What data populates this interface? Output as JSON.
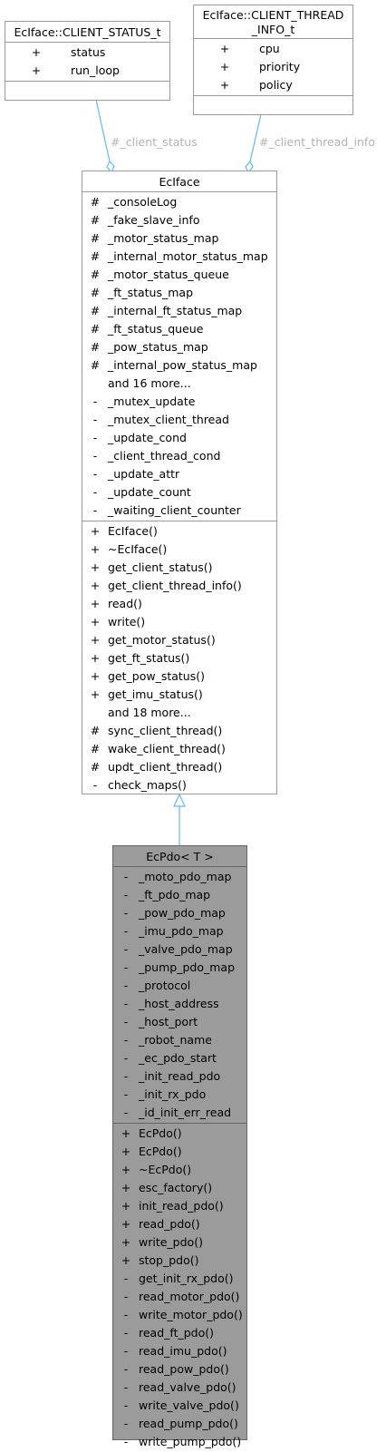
{
  "colors": {
    "edge": "#63b8ff",
    "label": "#b3b3b3",
    "highlight_fill": "#9b9b9b",
    "border": "#9b9b9b"
  },
  "client_status": {
    "title": "EcIface::CLIENT_STATUS_t",
    "attributes": [
      {
        "vis": "+",
        "name": "status"
      },
      {
        "vis": "+",
        "name": "run_loop"
      }
    ]
  },
  "client_thread": {
    "title": [
      "EcIface::CLIENT_THREAD",
      "_INFO_t"
    ],
    "attributes": [
      {
        "vis": "+",
        "name": "cpu"
      },
      {
        "vis": "+",
        "name": "priority"
      },
      {
        "vis": "+",
        "name": "policy"
      }
    ]
  },
  "edges": {
    "client_status_label": "#_client_status",
    "client_thread_label": "#_client_thread_info"
  },
  "eciface": {
    "title": "EcIface",
    "attributes": [
      {
        "vis": "#",
        "name": "_consoleLog"
      },
      {
        "vis": "#",
        "name": "_fake_slave_info"
      },
      {
        "vis": "#",
        "name": "_motor_status_map"
      },
      {
        "vis": "#",
        "name": "_internal_motor_status_map"
      },
      {
        "vis": "#",
        "name": "_motor_status_queue"
      },
      {
        "vis": "#",
        "name": "_ft_status_map"
      },
      {
        "vis": "#",
        "name": "_internal_ft_status_map"
      },
      {
        "vis": "#",
        "name": "_ft_status_queue"
      },
      {
        "vis": "#",
        "name": "_pow_status_map"
      },
      {
        "vis": "#",
        "name": "_internal_pow_status_map"
      },
      {
        "vis": "",
        "name": "and 16 more..."
      },
      {
        "vis": "-",
        "name": "_mutex_update"
      },
      {
        "vis": "-",
        "name": "_mutex_client_thread"
      },
      {
        "vis": "-",
        "name": "_update_cond"
      },
      {
        "vis": "-",
        "name": "_client_thread_cond"
      },
      {
        "vis": "-",
        "name": "_update_attr"
      },
      {
        "vis": "-",
        "name": "_update_count"
      },
      {
        "vis": "-",
        "name": "_waiting_client_counter"
      }
    ],
    "methods": [
      {
        "vis": "+",
        "name": "EcIface()"
      },
      {
        "vis": "+",
        "name": "~EcIface()"
      },
      {
        "vis": "+",
        "name": "get_client_status()"
      },
      {
        "vis": "+",
        "name": "get_client_thread_info()"
      },
      {
        "vis": "+",
        "name": "read()"
      },
      {
        "vis": "+",
        "name": "write()"
      },
      {
        "vis": "+",
        "name": "get_motor_status()"
      },
      {
        "vis": "+",
        "name": "get_ft_status()"
      },
      {
        "vis": "+",
        "name": "get_pow_status()"
      },
      {
        "vis": "+",
        "name": "get_imu_status()"
      },
      {
        "vis": "",
        "name": "and 18 more..."
      },
      {
        "vis": "#",
        "name": "sync_client_thread()"
      },
      {
        "vis": "#",
        "name": "wake_client_thread()"
      },
      {
        "vis": "#",
        "name": "updt_client_thread()"
      },
      {
        "vis": "-",
        "name": "check_maps()"
      }
    ]
  },
  "ecpdo": {
    "title": "EcPdo< T >",
    "attributes": [
      {
        "vis": "-",
        "name": "_moto_pdo_map"
      },
      {
        "vis": "-",
        "name": "_ft_pdo_map"
      },
      {
        "vis": "-",
        "name": "_pow_pdo_map"
      },
      {
        "vis": "-",
        "name": "_imu_pdo_map"
      },
      {
        "vis": "-",
        "name": "_valve_pdo_map"
      },
      {
        "vis": "-",
        "name": "_pump_pdo_map"
      },
      {
        "vis": "-",
        "name": "_protocol"
      },
      {
        "vis": "-",
        "name": "_host_address"
      },
      {
        "vis": "-",
        "name": "_host_port"
      },
      {
        "vis": "-",
        "name": "_robot_name"
      },
      {
        "vis": "-",
        "name": "_ec_pdo_start"
      },
      {
        "vis": "-",
        "name": "_init_read_pdo"
      },
      {
        "vis": "-",
        "name": "_init_rx_pdo"
      },
      {
        "vis": "-",
        "name": "_id_init_err_read"
      }
    ],
    "methods": [
      {
        "vis": "+",
        "name": "EcPdo()"
      },
      {
        "vis": "+",
        "name": "EcPdo()"
      },
      {
        "vis": "+",
        "name": "~EcPdo()"
      },
      {
        "vis": "+",
        "name": "esc_factory()"
      },
      {
        "vis": "+",
        "name": "init_read_pdo()"
      },
      {
        "vis": "+",
        "name": "read_pdo()"
      },
      {
        "vis": "+",
        "name": "write_pdo()"
      },
      {
        "vis": "+",
        "name": "stop_pdo()"
      },
      {
        "vis": "-",
        "name": "get_init_rx_pdo()"
      },
      {
        "vis": "-",
        "name": "read_motor_pdo()"
      },
      {
        "vis": "-",
        "name": "write_motor_pdo()"
      },
      {
        "vis": "-",
        "name": "read_ft_pdo()"
      },
      {
        "vis": "-",
        "name": "read_imu_pdo()"
      },
      {
        "vis": "-",
        "name": "read_pow_pdo()"
      },
      {
        "vis": "-",
        "name": "read_valve_pdo()"
      },
      {
        "vis": "-",
        "name": "write_valve_pdo()"
      },
      {
        "vis": "-",
        "name": "read_pump_pdo()"
      },
      {
        "vis": "-",
        "name": "write_pump_pdo()"
      }
    ]
  }
}
